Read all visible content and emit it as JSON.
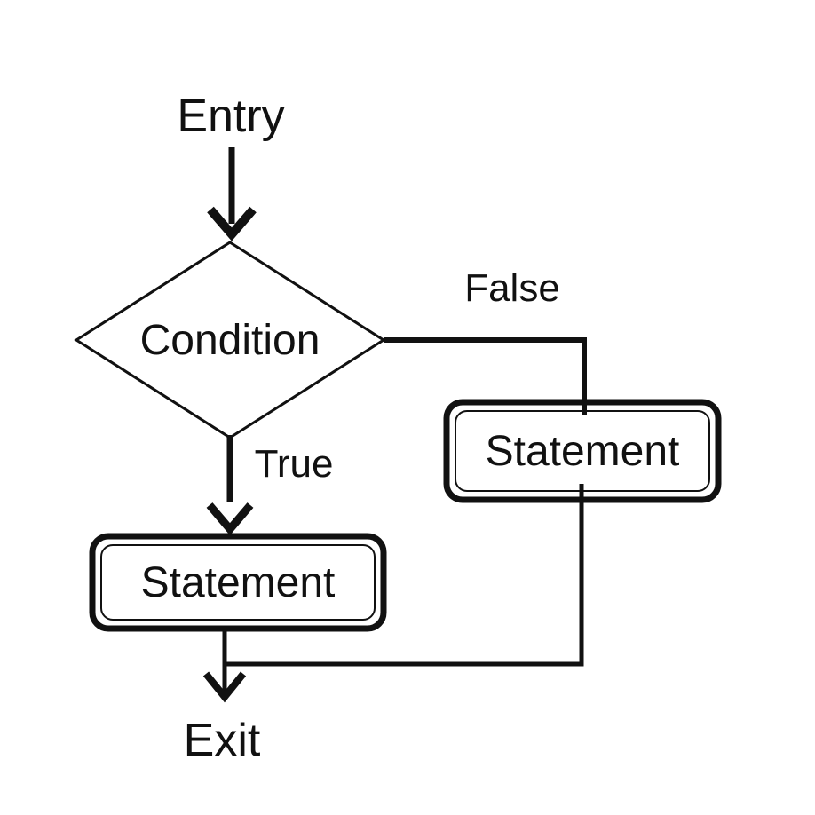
{
  "page": {
    "background_color": "#ffffff",
    "ink_color": "#111111"
  },
  "flowchart": {
    "entry": {
      "label": "Entry"
    },
    "condition": {
      "label": "Condition"
    },
    "branch_false": {
      "label": "False"
    },
    "branch_true": {
      "label": "True"
    },
    "statement_false": {
      "label": "Statement"
    },
    "statement_true": {
      "label": "Statement"
    },
    "exit": {
      "label": "Exit"
    }
  }
}
